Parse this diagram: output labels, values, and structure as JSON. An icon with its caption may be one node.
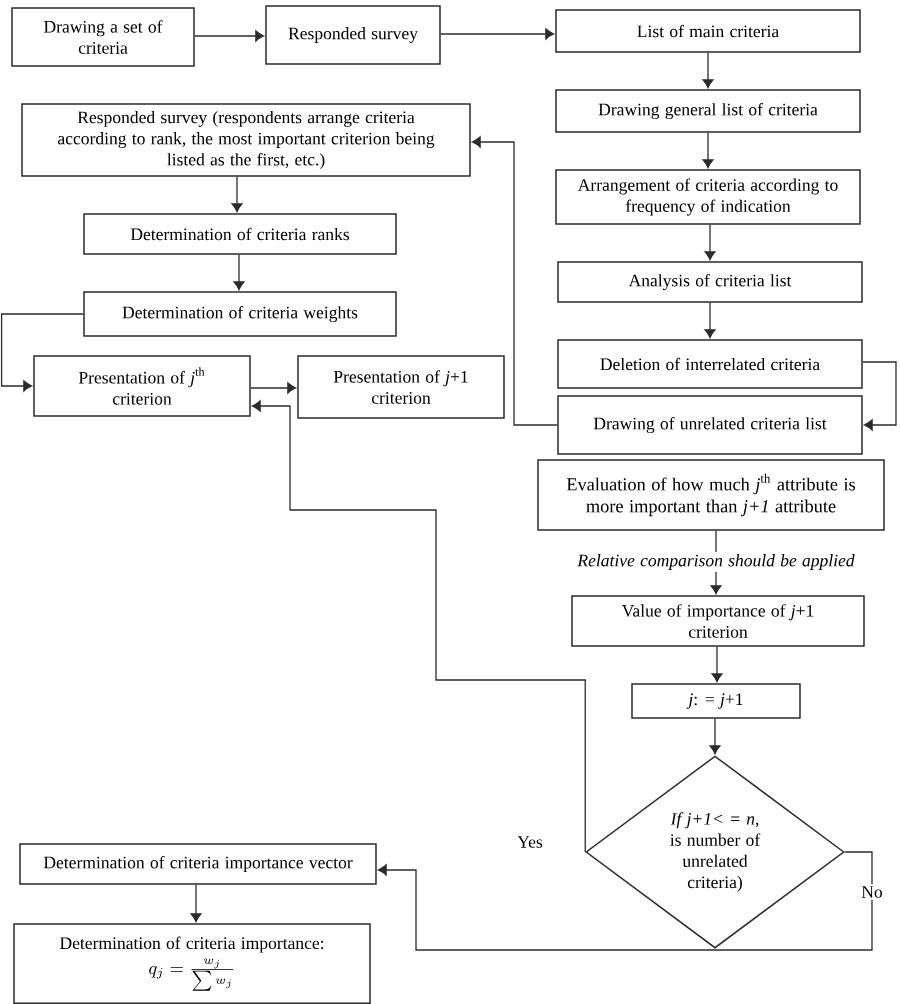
{
  "diagram": {
    "nodes": [
      {
        "text": [
          "Drawing a set of criteria"
        ]
      },
      {
        "text": [
          "Responded survey"
        ]
      },
      {
        "text": [
          "List of main criteria"
        ]
      },
      {
        "text": [
          "Drawing general list of criteria"
        ]
      },
      {
        "text": [
          "Arrangement of criteria according to frequency of indication"
        ]
      },
      {
        "text": [
          "Analysis of criteria list"
        ]
      },
      {
        "text": [
          "Deletion of interrelated criteria"
        ]
      },
      {
        "text": [
          "Drawing of unrelated criteria list"
        ]
      },
      {
        "text": [
          "Evaluation of how much *j*$^{th}$ attribute is more important than *j+1* attribute"
        ]
      },
      {
        "text": [
          "Value of importance of *j*+1 criterion"
        ]
      },
      {
        "text": [
          "*j*: = *j*+1"
        ]
      },
      {
        "text": [
          "*If j+1< = n,* is number of unrelated criteria)"
        ]
      },
      {
        "text": [
          "Responded survey (respondents arrange criteria according to rank, the most important criterion being listed as the first, etc.)"
        ]
      },
      {
        "text": [
          "Determination of criteria ranks"
        ]
      },
      {
        "text": [
          "Determination of criteria weights"
        ]
      },
      {
        "text": [
          "Presentation of *j*$^{th}$ criterion"
        ]
      },
      {
        "text": [
          "Presentation of *j*+1 criterion"
        ]
      },
      {
        "text": [
          "Determination of criteria importance vector"
        ]
      },
      {
        "text": [
          "Determination of criteria importance:",
          "q_{j} = \\frac{w_{j}}{\\sum w_{j}}"
        ]
      }
    ],
    "edges": [
      {
        "from": 0,
        "to": 1,
        "arrow": "to"
      },
      {
        "from": 1,
        "to": 2,
        "arrow": "to"
      },
      {
        "from": 2,
        "to": 3,
        "arrow": "to"
      },
      {
        "from": 3,
        "to": 4,
        "arrow": "to"
      },
      {
        "from": 4,
        "to": 5,
        "arrow": "to"
      },
      {
        "from": 5,
        "to": 6,
        "arrow": "to"
      },
      {
        "from": 6,
        "to": 7,
        "arrow": "to"
      },
      {
        "from": 7,
        "to": 12,
        "arrow": "to"
      },
      {
        "from": 12,
        "to": 13,
        "arrow": "to"
      },
      {
        "from": 13,
        "to": 14,
        "arrow": "to"
      },
      {
        "from": 14,
        "to": 15,
        "arrow": "to"
      },
      {
        "from": 15,
        "to": 16,
        "arrow": "to"
      },
      {
        "from": 8,
        "to": 9,
        "arrow": "to",
        "label": "Relative comparison should be applied"
      },
      {
        "from": 9,
        "to": 10,
        "arrow": "to"
      },
      {
        "from": 10,
        "to": 11,
        "arrow": "to"
      },
      {
        "from": 11,
        "to": 15,
        "arrow": "to",
        "label": "Yes"
      },
      {
        "from": 11,
        "to": 17,
        "arrow": "to",
        "label": "No"
      },
      {
        "from": 17,
        "to": 18,
        "arrow": "to"
      }
    ]
  }
}
